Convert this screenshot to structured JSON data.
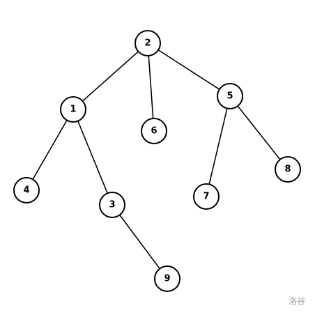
{
  "tree": {
    "nodes": [
      {
        "id": "1",
        "label": "1"
      },
      {
        "id": "2",
        "label": "2"
      },
      {
        "id": "3",
        "label": "3"
      },
      {
        "id": "4",
        "label": "4"
      },
      {
        "id": "5",
        "label": "5"
      },
      {
        "id": "6",
        "label": "6"
      },
      {
        "id": "7",
        "label": "7"
      },
      {
        "id": "8",
        "label": "8"
      },
      {
        "id": "9",
        "label": "9"
      }
    ],
    "edges": [
      {
        "from": "2",
        "to": "1"
      },
      {
        "from": "2",
        "to": "6"
      },
      {
        "from": "2",
        "to": "5"
      },
      {
        "from": "1",
        "to": "4"
      },
      {
        "from": "1",
        "to": "3"
      },
      {
        "from": "3",
        "to": "9"
      },
      {
        "from": "5",
        "to": "7"
      },
      {
        "from": "5",
        "to": "8"
      }
    ],
    "colors": {
      "stroke": "#000000",
      "fill": "#ffffff",
      "watermark": "#9a9a9a"
    }
  },
  "watermark": {
    "text": "洛谷"
  }
}
